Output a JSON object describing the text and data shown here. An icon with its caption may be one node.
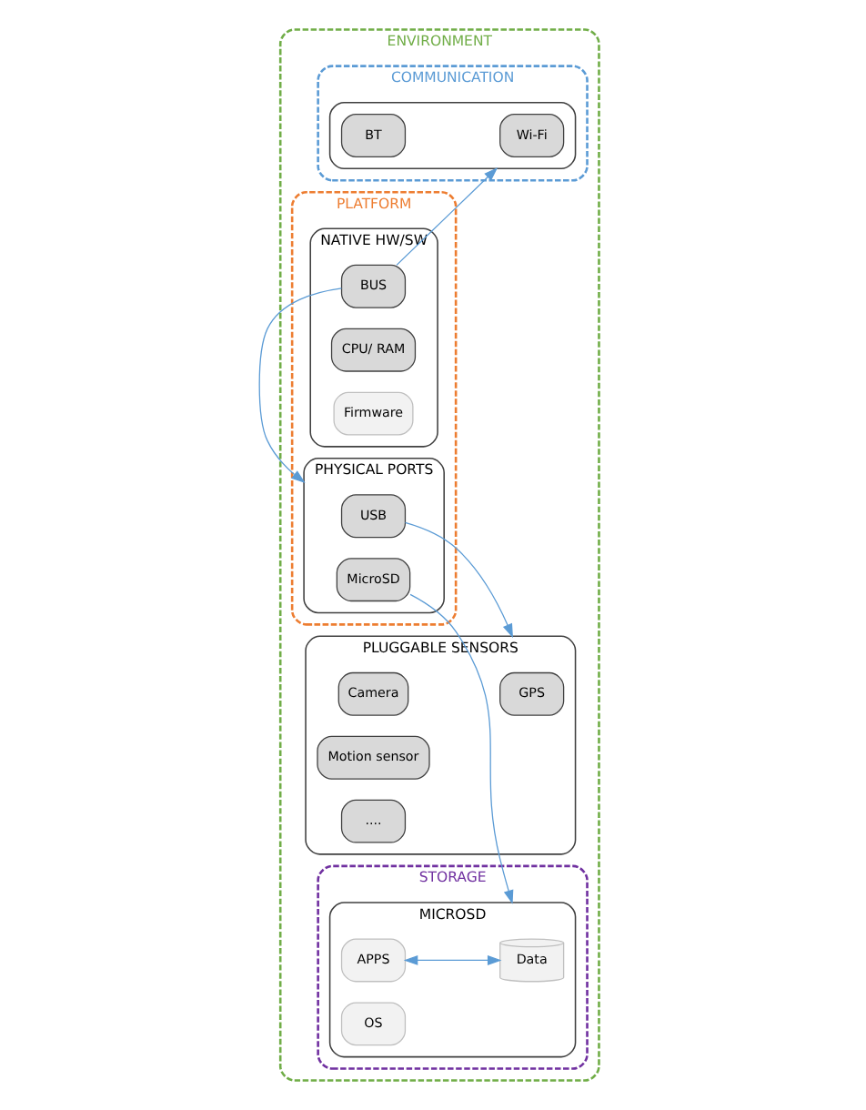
{
  "diagram": {
    "nodes": [
      {
        "text": [
          "ENVIRONMENT"
        ]
      },
      {
        "text": [
          "COMMUNICATION"
        ],
        "in": 0
      },
      {
        "text": [],
        "shape": "box",
        "in": 1
      },
      {
        "text": [
          "Wi-Fi"
        ],
        "in": 2
      },
      {
        "text": [
          "BT"
        ],
        "in": 2
      },
      {
        "text": [
          "PLATFORM"
        ],
        "in": 0
      },
      {
        "text": [
          "PHYSICAL PORTS"
        ],
        "in": 5
      },
      {
        "text": [
          "USB"
        ],
        "in": 6
      },
      {
        "text": [
          "MicroSD"
        ],
        "in": 6
      },
      {
        "text": [
          "NATIVE HW/SW"
        ],
        "in": 5
      },
      {
        "text": [
          "BUS"
        ],
        "in": 9
      },
      {
        "text": [
          "CPU/ RAM"
        ],
        "in": 9
      },
      {
        "text": [
          "Firmware"
        ],
        "in": 9
      },
      {
        "text": [
          "PLUGGABLE SENSORS"
        ],
        "in": 0
      },
      {
        "text": [
          "GPS"
        ],
        "in": 13
      },
      {
        "text": [
          "Camera"
        ],
        "in": 13
      },
      {
        "text": [
          "Motion sensor"
        ],
        "in": 13
      },
      {
        "text": [
          "...."
        ],
        "in": 13
      },
      {
        "text": [
          "STORAGE"
        ],
        "in": 0
      },
      {
        "text": [
          "MICROSD"
        ],
        "in": 18
      },
      {
        "text": [
          "Data"
        ],
        "in": 19
      },
      {
        "text": [
          "APPS"
        ],
        "in": 19
      },
      {
        "text": [
          "OS"
        ],
        "in": 19
      }
    ],
    "edges": [
      {
        "from": 10,
        "to": 2,
        "arrow": "to"
      },
      {
        "from": 10,
        "to": 6,
        "arrow": "to"
      },
      {
        "from": 7,
        "to": 13,
        "arrow": "to"
      },
      {
        "from": 8,
        "to": 19,
        "arrow": "to"
      },
      {
        "from": 20,
        "to": 21,
        "arrow": "both"
      }
    ]
  }
}
